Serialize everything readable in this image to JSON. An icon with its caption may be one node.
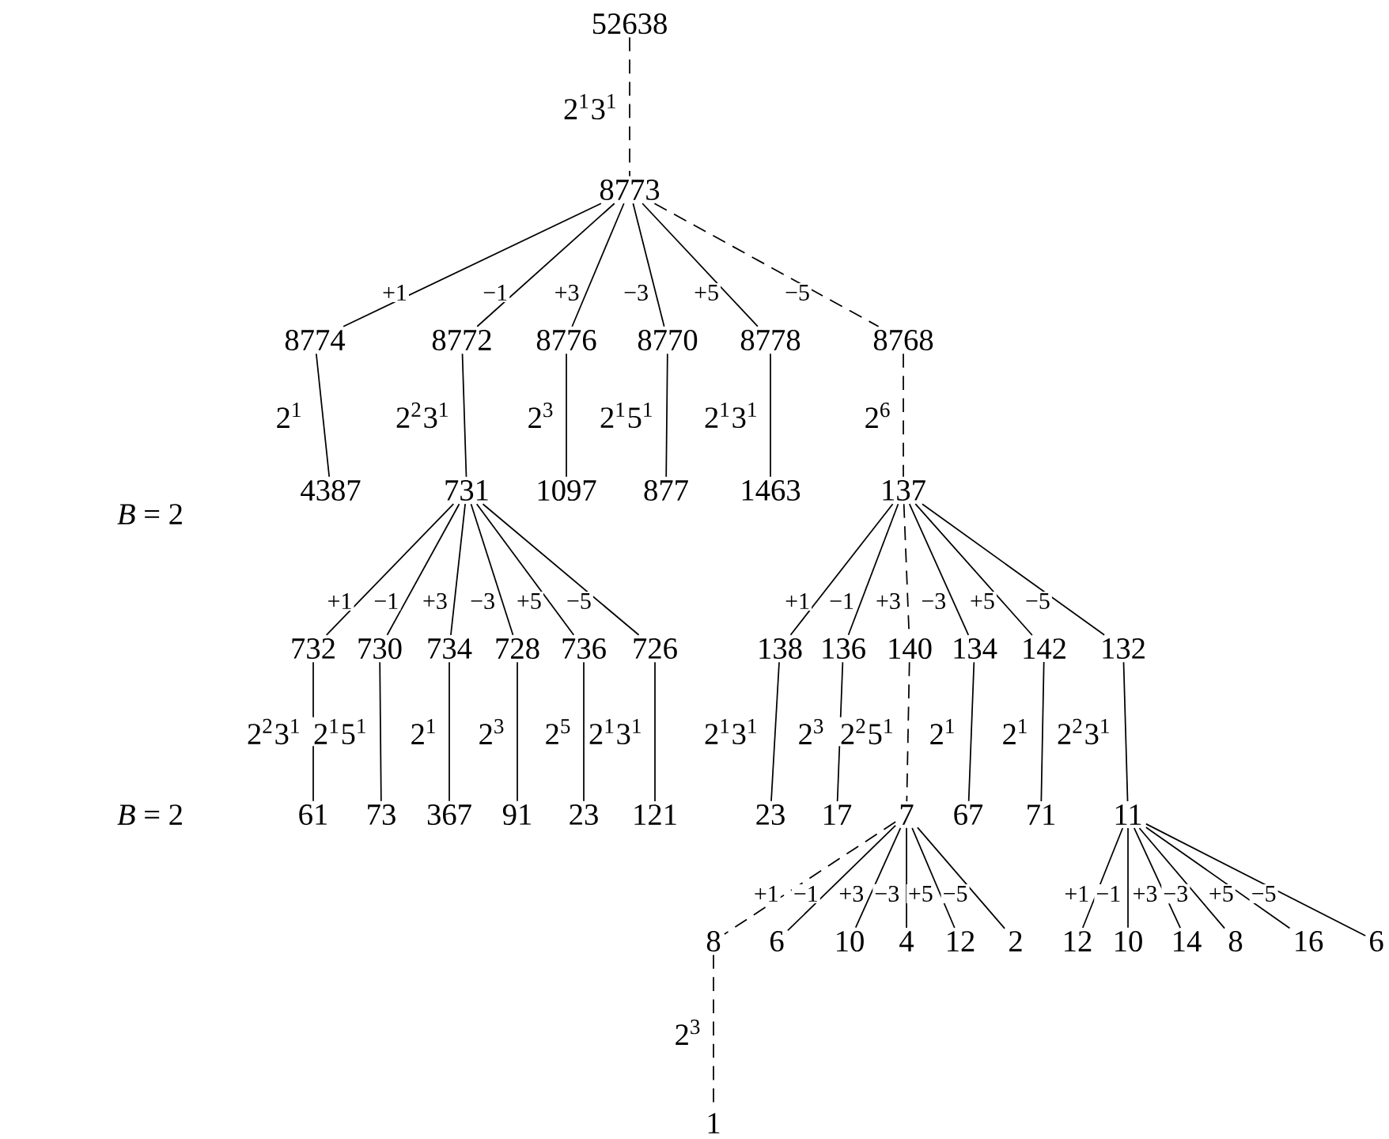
{
  "diagram": {
    "nodes": [
      {
        "text": [
          "52638"
        ]
      },
      {
        "text": [
          "8773"
        ]
      },
      {
        "text": [
          "8774"
        ]
      },
      {
        "text": [
          "8772"
        ]
      },
      {
        "text": [
          "8776"
        ]
      },
      {
        "text": [
          "8770"
        ]
      },
      {
        "text": [
          "8778"
        ]
      },
      {
        "text": [
          "8768"
        ]
      },
      {
        "text": [
          "4387"
        ]
      },
      {
        "text": [
          "731"
        ]
      },
      {
        "text": [
          "1097"
        ]
      },
      {
        "text": [
          "877"
        ]
      },
      {
        "text": [
          "1463"
        ]
      },
      {
        "text": [
          "137"
        ]
      },
      {
        "text": [
          "732"
        ]
      },
      {
        "text": [
          "730"
        ]
      },
      {
        "text": [
          "734"
        ]
      },
      {
        "text": [
          "728"
        ]
      },
      {
        "text": [
          "736"
        ]
      },
      {
        "text": [
          "726"
        ]
      },
      {
        "text": [
          "138"
        ]
      },
      {
        "text": [
          "136"
        ]
      },
      {
        "text": [
          "140"
        ]
      },
      {
        "text": [
          "134"
        ]
      },
      {
        "text": [
          "142"
        ]
      },
      {
        "text": [
          "132"
        ]
      },
      {
        "text": [
          "61"
        ]
      },
      {
        "text": [
          "73"
        ]
      },
      {
        "text": [
          "367"
        ]
      },
      {
        "text": [
          "91"
        ]
      },
      {
        "text": [
          "23"
        ]
      },
      {
        "text": [
          "121"
        ]
      },
      {
        "text": [
          "23"
        ]
      },
      {
        "text": [
          "17"
        ]
      },
      {
        "text": [
          "7"
        ]
      },
      {
        "text": [
          "67"
        ]
      },
      {
        "text": [
          "71"
        ]
      },
      {
        "text": [
          "11"
        ]
      },
      {
        "text": [
          "8"
        ]
      },
      {
        "text": [
          "6"
        ]
      },
      {
        "text": [
          "10"
        ]
      },
      {
        "text": [
          "4"
        ]
      },
      {
        "text": [
          "12"
        ]
      },
      {
        "text": [
          "2"
        ]
      },
      {
        "text": [
          "12"
        ]
      },
      {
        "text": [
          "10"
        ]
      },
      {
        "text": [
          "14"
        ]
      },
      {
        "text": [
          "8"
        ]
      },
      {
        "text": [
          "16"
        ]
      },
      {
        "text": [
          "6"
        ]
      },
      {
        "text": [
          "1"
        ]
      }
    ],
    "edges": [
      {
        "from": 0,
        "to": 1,
        "arrow": "none",
        "style": "dashed",
        "label": "2$^{1}$3$^{1}$"
      },
      {
        "from": 1,
        "to": 2,
        "arrow": "none",
        "label": "+1"
      },
      {
        "from": 1,
        "to": 3,
        "arrow": "none",
        "label": "−1"
      },
      {
        "from": 1,
        "to": 4,
        "arrow": "none",
        "label": "+3"
      },
      {
        "from": 1,
        "to": 5,
        "arrow": "none",
        "label": "−3"
      },
      {
        "from": 1,
        "to": 6,
        "arrow": "none",
        "label": "+5"
      },
      {
        "from": 1,
        "to": 7,
        "arrow": "none",
        "style": "dashed",
        "label": "−5"
      },
      {
        "from": 2,
        "to": 8,
        "arrow": "none",
        "label": "2$^{1}$"
      },
      {
        "from": 3,
        "to": 9,
        "arrow": "none",
        "label": "2$^{2}$3$^{1}$"
      },
      {
        "from": 4,
        "to": 10,
        "arrow": "none",
        "label": "2$^{3}$"
      },
      {
        "from": 5,
        "to": 11,
        "arrow": "none",
        "label": "2$^{1}$5$^{1}$"
      },
      {
        "from": 6,
        "to": 12,
        "arrow": "none",
        "label": "2$^{1}$3$^{1}$"
      },
      {
        "from": 7,
        "to": 13,
        "arrow": "none",
        "style": "dashed",
        "label": "2$^{6}$"
      },
      {
        "from": 9,
        "to": 14,
        "arrow": "none",
        "label": "+1"
      },
      {
        "from": 9,
        "to": 15,
        "arrow": "none",
        "label": "−1"
      },
      {
        "from": 9,
        "to": 16,
        "arrow": "none",
        "label": "+3"
      },
      {
        "from": 9,
        "to": 17,
        "arrow": "none",
        "label": "−3"
      },
      {
        "from": 9,
        "to": 18,
        "arrow": "none",
        "label": "+5"
      },
      {
        "from": 9,
        "to": 19,
        "arrow": "none",
        "label": "−5"
      },
      {
        "from": 13,
        "to": 20,
        "arrow": "none",
        "label": "+1"
      },
      {
        "from": 13,
        "to": 21,
        "arrow": "none",
        "label": "−1"
      },
      {
        "from": 13,
        "to": 22,
        "arrow": "none",
        "style": "dashed",
        "label": "+3"
      },
      {
        "from": 13,
        "to": 23,
        "arrow": "none",
        "label": "−3"
      },
      {
        "from": 13,
        "to": 24,
        "arrow": "none",
        "label": "+5"
      },
      {
        "from": 13,
        "to": 25,
        "arrow": "none",
        "label": "−5"
      },
      {
        "from": 14,
        "to": 26,
        "arrow": "none",
        "label": "2$^{2}$3$^{1}$"
      },
      {
        "from": 15,
        "to": 27,
        "arrow": "none",
        "label": "2$^{1}$5$^{1}$"
      },
      {
        "from": 16,
        "to": 28,
        "arrow": "none",
        "label": "2$^{1}$"
      },
      {
        "from": 17,
        "to": 29,
        "arrow": "none",
        "label": "2$^{3}$"
      },
      {
        "from": 18,
        "to": 30,
        "arrow": "none",
        "label": "2$^{5}$"
      },
      {
        "from": 19,
        "to": 31,
        "arrow": "none",
        "label": "2$^{1}$3$^{1}$"
      },
      {
        "from": 20,
        "to": 32,
        "arrow": "none",
        "label": "2$^{1}$3$^{1}$"
      },
      {
        "from": 21,
        "to": 33,
        "arrow": "none",
        "label": "2$^{3}$"
      },
      {
        "from": 22,
        "to": 34,
        "arrow": "none",
        "style": "dashed",
        "label": "2$^{2}$5$^{1}$"
      },
      {
        "from": 23,
        "to": 35,
        "arrow": "none",
        "label": "2$^{1}$"
      },
      {
        "from": 24,
        "to": 36,
        "arrow": "none",
        "label": "2$^{1}$"
      },
      {
        "from": 25,
        "to": 37,
        "arrow": "none",
        "label": "2$^{2}$3$^{1}$"
      },
      {
        "from": 34,
        "to": 38,
        "arrow": "none",
        "style": "dashed",
        "label": "+1"
      },
      {
        "from": 34,
        "to": 39,
        "arrow": "none",
        "label": "−1"
      },
      {
        "from": 34,
        "to": 40,
        "arrow": "none",
        "label": "+3"
      },
      {
        "from": 34,
        "to": 41,
        "arrow": "none",
        "label": "−3"
      },
      {
        "from": 34,
        "to": 42,
        "arrow": "none",
        "label": "+5"
      },
      {
        "from": 34,
        "to": 43,
        "arrow": "none",
        "label": "−5"
      },
      {
        "from": 37,
        "to": 44,
        "arrow": "none",
        "label": "+1"
      },
      {
        "from": 37,
        "to": 45,
        "arrow": "none",
        "label": "−1"
      },
      {
        "from": 37,
        "to": 46,
        "arrow": "none",
        "label": "+3"
      },
      {
        "from": 37,
        "to": 47,
        "arrow": "none",
        "label": "−3"
      },
      {
        "from": 37,
        "to": 48,
        "arrow": "none",
        "label": "+5"
      },
      {
        "from": 37,
        "to": 49,
        "arrow": "none",
        "label": "−5"
      },
      {
        "from": 38,
        "to": 50,
        "arrow": "none",
        "style": "dashed",
        "label": "2$^{3}$"
      }
    ],
    "labels": [
      "*B* = 2",
      "*B* = 2"
    ]
  }
}
